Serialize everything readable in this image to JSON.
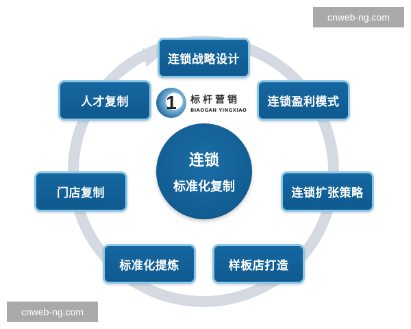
{
  "diagram": {
    "center": {
      "line1": "连锁",
      "line2": "标准化复制"
    },
    "logo": {
      "mark": "1",
      "name_cn": "标杆营销",
      "name_en": "BIAOGAN YINGXIAO"
    },
    "nodes": [
      {
        "id": "top",
        "label": "连锁战略设计"
      },
      {
        "id": "right-top",
        "label": "连锁盈利模式"
      },
      {
        "id": "right-mid",
        "label": "连锁扩张策略"
      },
      {
        "id": "bottom-right",
        "label": "样板店打造"
      },
      {
        "id": "bottom-left",
        "label": "标准化提炼"
      },
      {
        "id": "left-mid",
        "label": "门店复制"
      },
      {
        "id": "left-top",
        "label": "人才复制"
      }
    ],
    "colors": {
      "node_fill": "#1463a0",
      "node_border": "#8cc8e8",
      "ring": "#d5dae2"
    }
  },
  "watermarks": {
    "top_right": "cnweb-ng.com",
    "bottom_left": "cnweb-ng.com"
  }
}
